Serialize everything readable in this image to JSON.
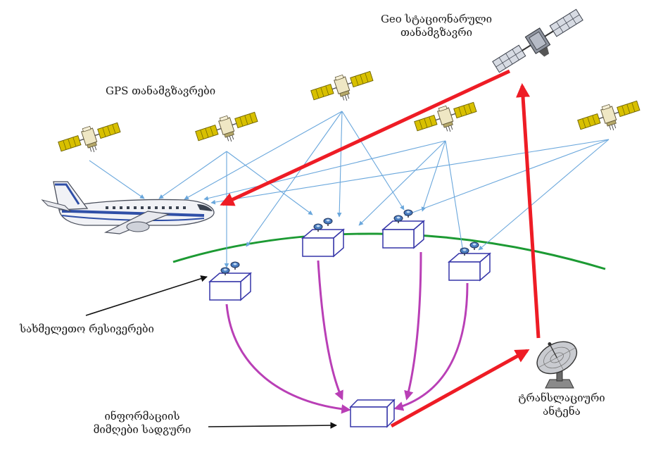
{
  "labels": {
    "geo_satellite_line1": "Geo სტაციონარული",
    "geo_satellite_line2": "თანამგზავრი",
    "gps_satellites": "GPS თანამგზავრები",
    "ground_receivers": "სახმელეთო რესივერები",
    "master_station_line1": "ინფორმაციის",
    "master_station_line2": "მიმღები სადგური",
    "uplink_antenna_line1": "ტრანსლაციური",
    "uplink_antenna_line2": "ანტენა"
  },
  "colors": {
    "gps_signal": "#6aa7dc",
    "geo_link": "#ee1c25",
    "ground_link": "#b93fb6",
    "earth_curve": "#1c9a33",
    "station_outline": "#3535a8",
    "solar_panel": "#c9b400",
    "pointer": "#111111"
  },
  "icons": [
    "gps-satellite-icon",
    "geo-satellite-icon",
    "airplane-icon",
    "ground-receiver-icon",
    "master-station-icon",
    "dish-antenna-icon"
  ]
}
